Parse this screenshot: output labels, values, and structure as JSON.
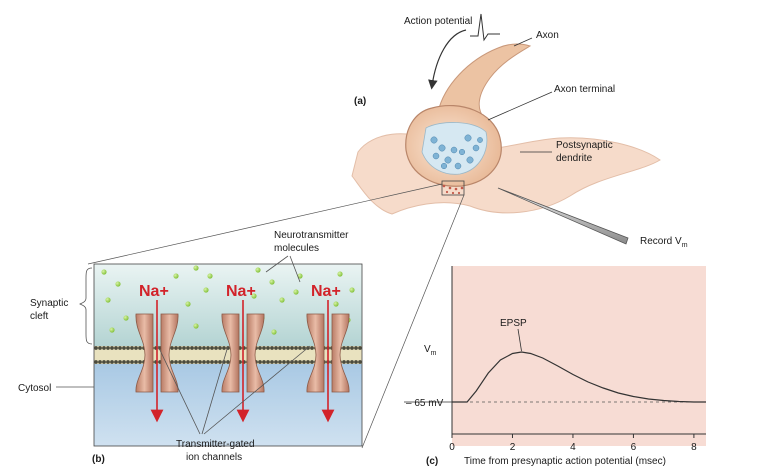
{
  "panel_a": {
    "letter": "(a)",
    "labels": {
      "action_potential": "Action potential",
      "axon": "Axon",
      "axon_terminal": "Axon terminal",
      "postsynaptic_line1": "Postsynaptic",
      "postsynaptic_line2": "dendrite",
      "record": "Record V",
      "record_sub": "m"
    }
  },
  "panel_b": {
    "letter": "(b)",
    "labels": {
      "neurotransmitter_line1": "Neurotransmitter",
      "neurotransmitter_line2": "molecules",
      "synaptic_line1": "Synaptic",
      "synaptic_line2": "cleft",
      "cytosol": "Cytosol",
      "channels_line1": "Transmitter-gated",
      "channels_line2": "ion channels"
    },
    "ions": [
      "Na+",
      "Na+",
      "Na+"
    ]
  },
  "panel_c": {
    "letter": "(c)",
    "colors": {
      "background": "#f7dcd4",
      "trace": "#333333"
    }
  },
  "chart_data": {
    "type": "line",
    "xlabel": "Time from presynaptic action potential (msec)",
    "ylabel": "V",
    "ylabel_sub": "m",
    "xticks": [
      0,
      2,
      4,
      6,
      8
    ],
    "xlim": [
      0,
      8.4
    ],
    "baseline_label": "– 65 mV",
    "annotation": "EPSP",
    "series": [
      {
        "x": [
          0,
          0.5,
          0.8,
          1.2,
          1.6,
          2.0,
          2.3,
          2.6,
          3.0,
          3.5,
          4.0,
          4.5,
          5.0,
          5.5,
          6.0,
          6.5,
          7.0,
          7.5,
          8.0,
          8.4
        ],
        "y": [
          0,
          0,
          0.22,
          0.58,
          0.84,
          0.97,
          1.0,
          0.97,
          0.88,
          0.72,
          0.55,
          0.4,
          0.28,
          0.18,
          0.11,
          0.06,
          0.03,
          0.01,
          0,
          0
        ]
      }
    ]
  }
}
